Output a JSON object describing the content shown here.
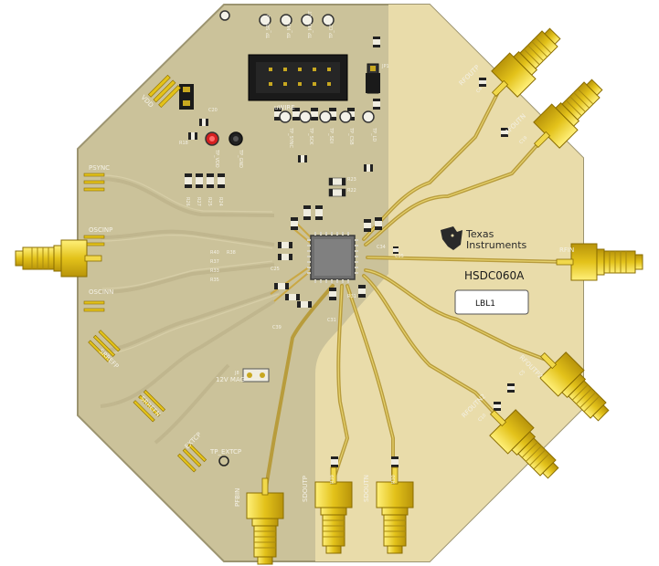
{
  "board": {
    "part_number": "HSDC060A",
    "label_box": "LBL1",
    "brand_line1": "Texas",
    "brand_line2": "Instruments",
    "colors": {
      "substrate_left": "#cbc29a",
      "substrate_right": "#e9dcaa",
      "gold": "#e3c21a",
      "trace": "#b89c3c",
      "silkscreen": "#f4f1e6",
      "ic": "#6e6e6e"
    }
  },
  "connectors": {
    "rfin": "RFIN",
    "rfoutp": "RFOUTP",
    "rfoutn": "RFOUTN",
    "rfoutp2": "RFOUTP2",
    "rfoutn2": "RFOUTN2",
    "sdoutp": "SDOUTP",
    "sdoutn": "SDOUTN",
    "pfbin": "PFBIN",
    "oscinp": "OSCINP",
    "oscinn": "OSCINN"
  },
  "headers": {
    "vdd": "VDD",
    "psync": "PSYNC",
    "sysrefp": "SRREFP",
    "sysrefn": "SRREFN",
    "extcp": "EXTCP",
    "tp_extcp": "TP_EXTCP",
    "uwire": "uWIRE",
    "mag_label": "12V MAG"
  },
  "testpoints": {
    "top": [
      "TP_SRREQ",
      "TP_MUTE",
      "TP_MUXOUT",
      "TP_CE"
    ],
    "bottom": [
      "TP_SYNC",
      "TP_SCK",
      "TP_SDI",
      "TP_CSB",
      "TP_LD"
    ],
    "left": [
      "TP_VDD",
      "TP_GND"
    ]
  },
  "refdes": [
    "R23",
    "R22",
    "C35",
    "C34",
    "C19",
    "C4",
    "C5",
    "C10",
    "R40",
    "R38",
    "R37",
    "R33",
    "R35",
    "R26",
    "R27",
    "R25",
    "R24",
    "R39",
    "R30",
    "C25",
    "C39",
    "R31",
    "C31",
    "J8",
    "JP1",
    "R18",
    "C20"
  ]
}
